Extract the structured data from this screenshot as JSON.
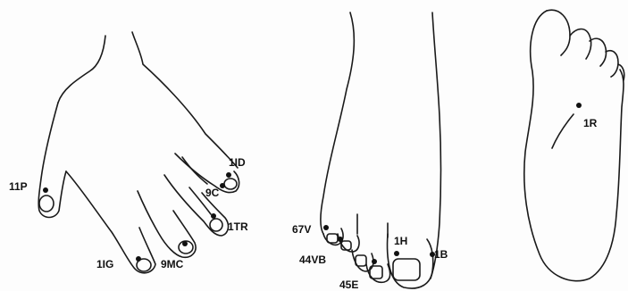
{
  "points": [
    {
      "id": "p11P",
      "label": "11P"
    },
    {
      "id": "pIG",
      "label": "1IG"
    },
    {
      "id": "p9MC",
      "label": "9MC"
    },
    {
      "id": "p1TR",
      "label": "1TR"
    },
    {
      "id": "p9C",
      "label": "9C"
    },
    {
      "id": "p1ID",
      "label": "1ID"
    },
    {
      "id": "p67V",
      "label": "67V"
    },
    {
      "id": "p44VB",
      "label": "44VB"
    },
    {
      "id": "p45E",
      "label": "45E"
    },
    {
      "id": "p1H",
      "label": "1H"
    },
    {
      "id": "p1B",
      "label": "1B"
    },
    {
      "id": "p1R",
      "label": "1R"
    }
  ],
  "colors": {
    "ink": "#111111",
    "background": "#fdfdfd"
  }
}
